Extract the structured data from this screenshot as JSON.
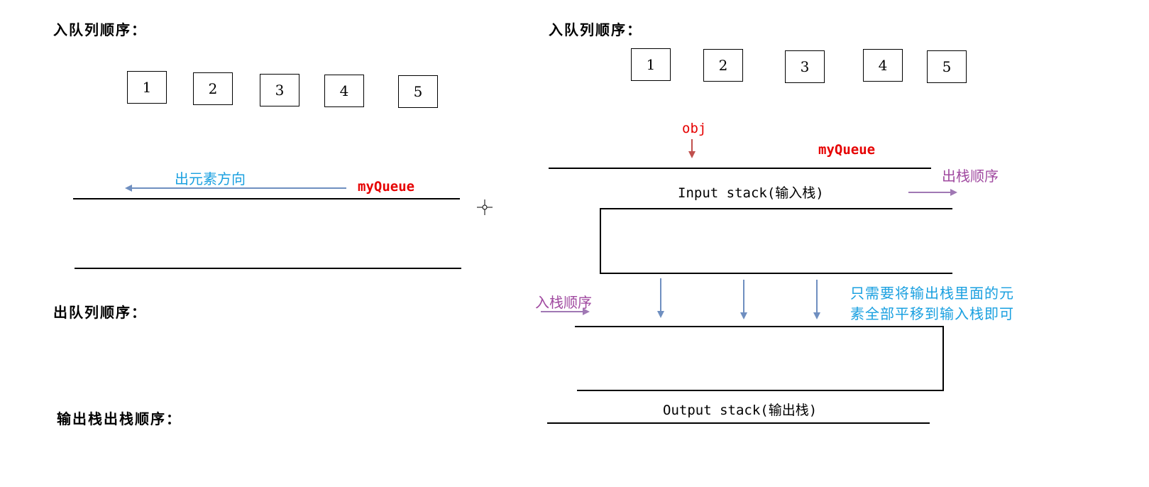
{
  "left": {
    "enqueue_heading": "入队列顺序：",
    "boxes": [
      "1",
      "2",
      "3",
      "4",
      "5"
    ],
    "direction_label": "出元素方向",
    "queue_label": "myQueue",
    "dequeue_heading": "出队列顺序：",
    "output_stack_heading": "输出栈出栈顺序："
  },
  "right": {
    "enqueue_heading": "入队列顺序：",
    "boxes": [
      "1",
      "2",
      "3",
      "4",
      "5"
    ],
    "obj_label": "obj",
    "queue_label": "myQueue",
    "input_stack_label": "Input stack(输入栈)",
    "pop_order_label": "出栈顺序",
    "push_order_label": "入栈顺序",
    "note_line1": "只需要将输出栈里面的元",
    "note_line2": "素全部平移到输入栈即可",
    "output_stack_label": "Output stack(输出栈)"
  },
  "colors": {
    "red": "#e60000",
    "blue": "#1aa0e0",
    "purple": "#a04aa0",
    "arrow_blue": "#6f8fc0",
    "arrow_red": "#c0504d",
    "arrow_purple": "#a078b4"
  }
}
